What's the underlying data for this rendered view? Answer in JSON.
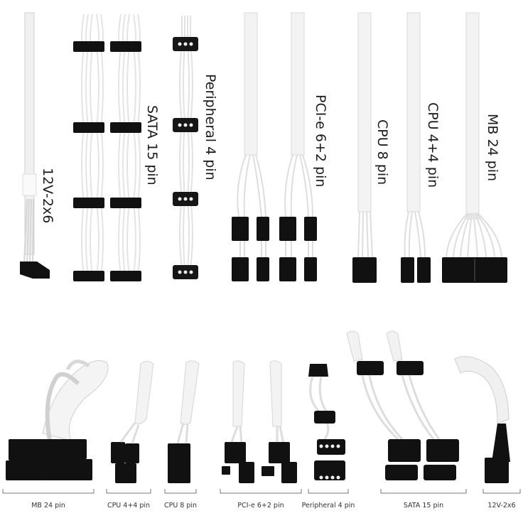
{
  "top_labels": {
    "cable_12v": "12V-2x6",
    "sata": "SATA 15 pin",
    "peripheral": "Peripheral 4 pin",
    "pcie": "PCI-e 6+2 pin",
    "cpu8": "CPU 8 pin",
    "cpu44": "CPU 4+4 pin",
    "mb24": "MB 24 pin"
  },
  "bottom_labels": {
    "mb24": "MB 24 pin",
    "cpu44": "CPU 4+4 pin",
    "cpu8": "CPU 8 pin",
    "pcie": "PCI-e 6+2 pin",
    "peripheral": "Peripheral 4 pin",
    "sata": "SATA 15 pin",
    "cable_12v": "12V-2x6"
  },
  "colors": {
    "cable": "#f1f1f1",
    "cable_edge": "#c8c8c8",
    "connector": "#111111",
    "bracket": "#555555"
  }
}
